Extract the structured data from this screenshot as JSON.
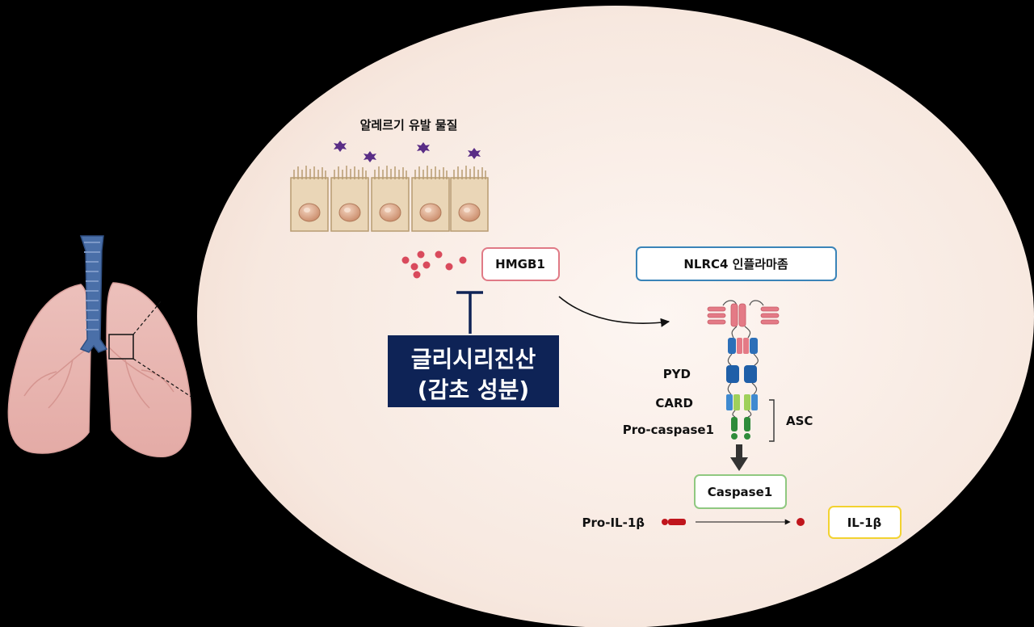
{
  "allergen": {
    "label": "알레르기 유발 물질"
  },
  "hmgb1": {
    "label": "HMGB1"
  },
  "inhibitor": {
    "line1": "글리시리진산",
    "line2": "(감초 성분)"
  },
  "nlrc4": {
    "label": "NLRC4 인플라마좀"
  },
  "domains": {
    "pyd": "PYD",
    "card": "CARD",
    "procaspase": "Pro-caspase1",
    "asc": "ASC"
  },
  "caspase1": {
    "label": "Caspase1"
  },
  "pro_il1b": {
    "label": "Pro-IL-1β"
  },
  "il1b": {
    "label": "IL-1β"
  },
  "colors": {
    "hmgb1_border": "#e07a86",
    "nlrc4_border": "#3a84b8",
    "caspase_border": "#8fc880",
    "il1b_border": "#f2d230",
    "inhibitor_bg": "#0e2356"
  }
}
